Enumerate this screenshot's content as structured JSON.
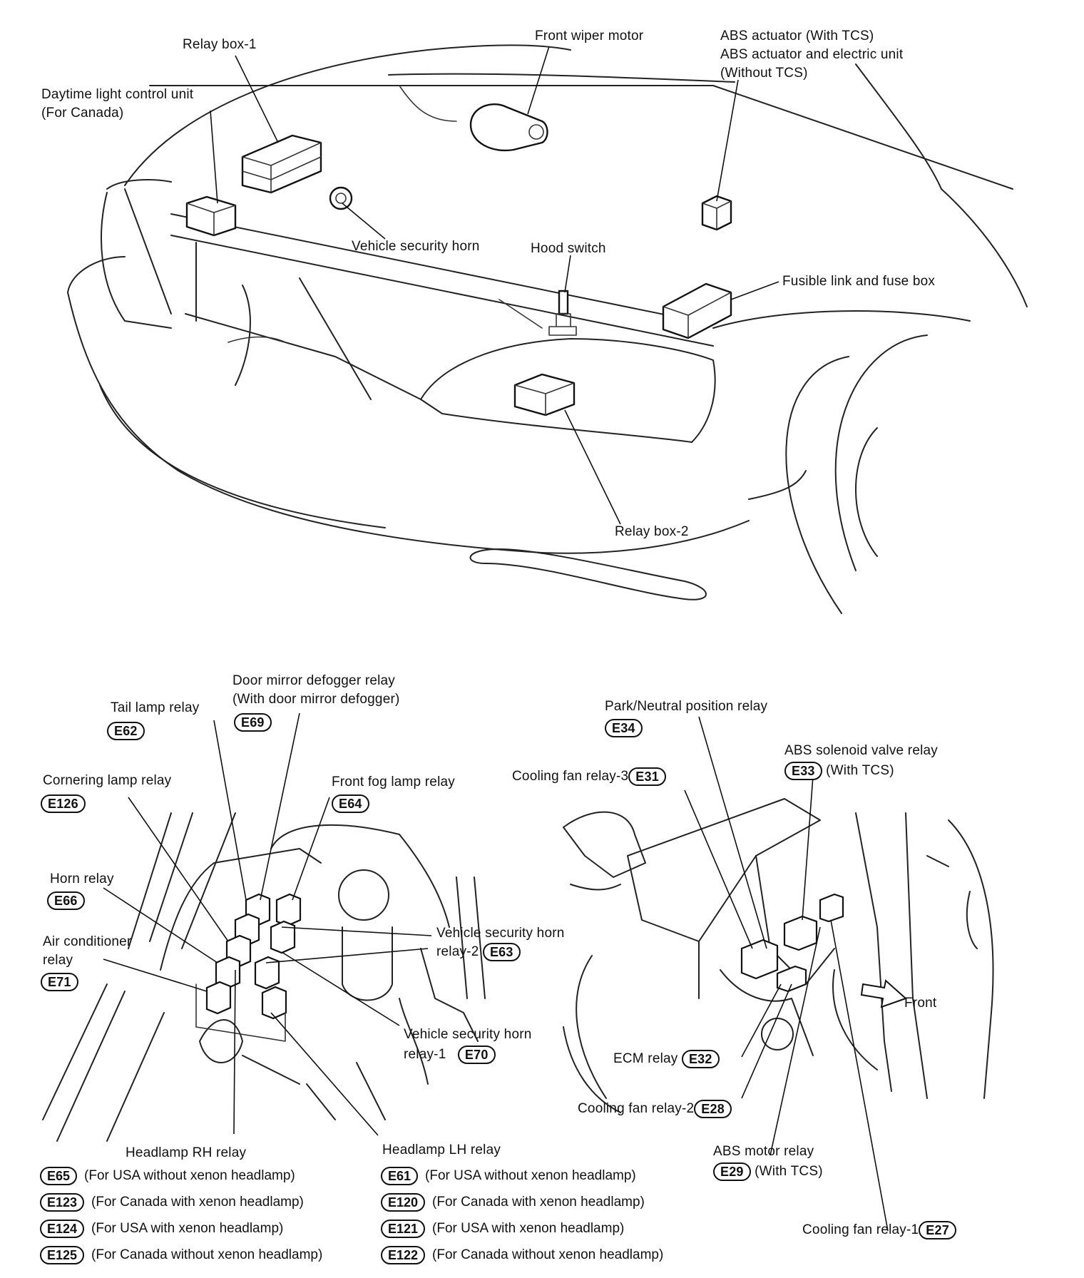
{
  "top": {
    "relay_box_1": "Relay box-1",
    "front_wiper_motor": "Front wiper motor",
    "abs_actuator_1": "ABS actuator (With TCS)",
    "abs_actuator_2": "ABS actuator and electric unit",
    "abs_actuator_3": "(Without TCS)",
    "daytime_1": "Daytime light control unit",
    "daytime_2": "(For Canada)",
    "vehicle_security_horn": "Vehicle security horn",
    "hood_switch": "Hood switch",
    "fusible_link": "Fusible link and fuse box",
    "relay_box_2": "Relay box-2"
  },
  "left": {
    "door_mirror_1": "Door mirror defogger relay",
    "door_mirror_2": "(With door mirror defogger)",
    "door_mirror_code": "E69",
    "tail_lamp": "Tail lamp relay",
    "tail_lamp_code": "E62",
    "cornering": "Cornering lamp relay",
    "cornering_code": "E126",
    "front_fog": "Front fog lamp relay",
    "front_fog_code": "E64",
    "horn": "Horn relay",
    "horn_code": "E66",
    "ac_1": "Air conditioner",
    "ac_2": "relay",
    "ac_code": "E71",
    "vsh2_1": "Vehicle security horn",
    "vsh2_2": "relay-2",
    "vsh2_code": "E63",
    "vsh1_1": "Vehicle security horn",
    "vsh1_2": "relay-1",
    "vsh1_code": "E70"
  },
  "right": {
    "park_neutral": "Park/Neutral position relay",
    "park_neutral_code": "E34",
    "abs_solenoid": "ABS solenoid valve relay",
    "abs_solenoid_code": "E33",
    "abs_solenoid_note": "(With TCS)",
    "cfr3": "Cooling fan relay-3",
    "cfr3_code": "E31",
    "front": "Front",
    "ecm": "ECM relay",
    "ecm_code": "E32",
    "cfr2": "Cooling fan relay-2",
    "cfr2_code": "E28",
    "abs_motor": "ABS motor relay",
    "abs_motor_code": "E29",
    "abs_motor_note": "(With TCS)",
    "cfr1": "Cooling fan relay-1",
    "cfr1_code": "E27"
  },
  "headlamp_rh": {
    "title": "Headlamp RH relay",
    "rows": [
      {
        "code": "E65",
        "text": "(For USA without xenon headlamp)"
      },
      {
        "code": "E123",
        "text": "(For Canada with xenon headlamp)"
      },
      {
        "code": "E124",
        "text": "(For USA with xenon headlamp)"
      },
      {
        "code": "E125",
        "text": "(For Canada without xenon headlamp)"
      }
    ]
  },
  "headlamp_lh": {
    "title": "Headlamp LH relay",
    "rows": [
      {
        "code": "E61",
        "text": "(For USA without xenon headlamp)"
      },
      {
        "code": "E120",
        "text": "(For Canada with xenon headlamp)"
      },
      {
        "code": "E121",
        "text": "(For USA with xenon headlamp)"
      },
      {
        "code": "E122",
        "text": "(For Canada without xenon headlamp)"
      }
    ]
  }
}
